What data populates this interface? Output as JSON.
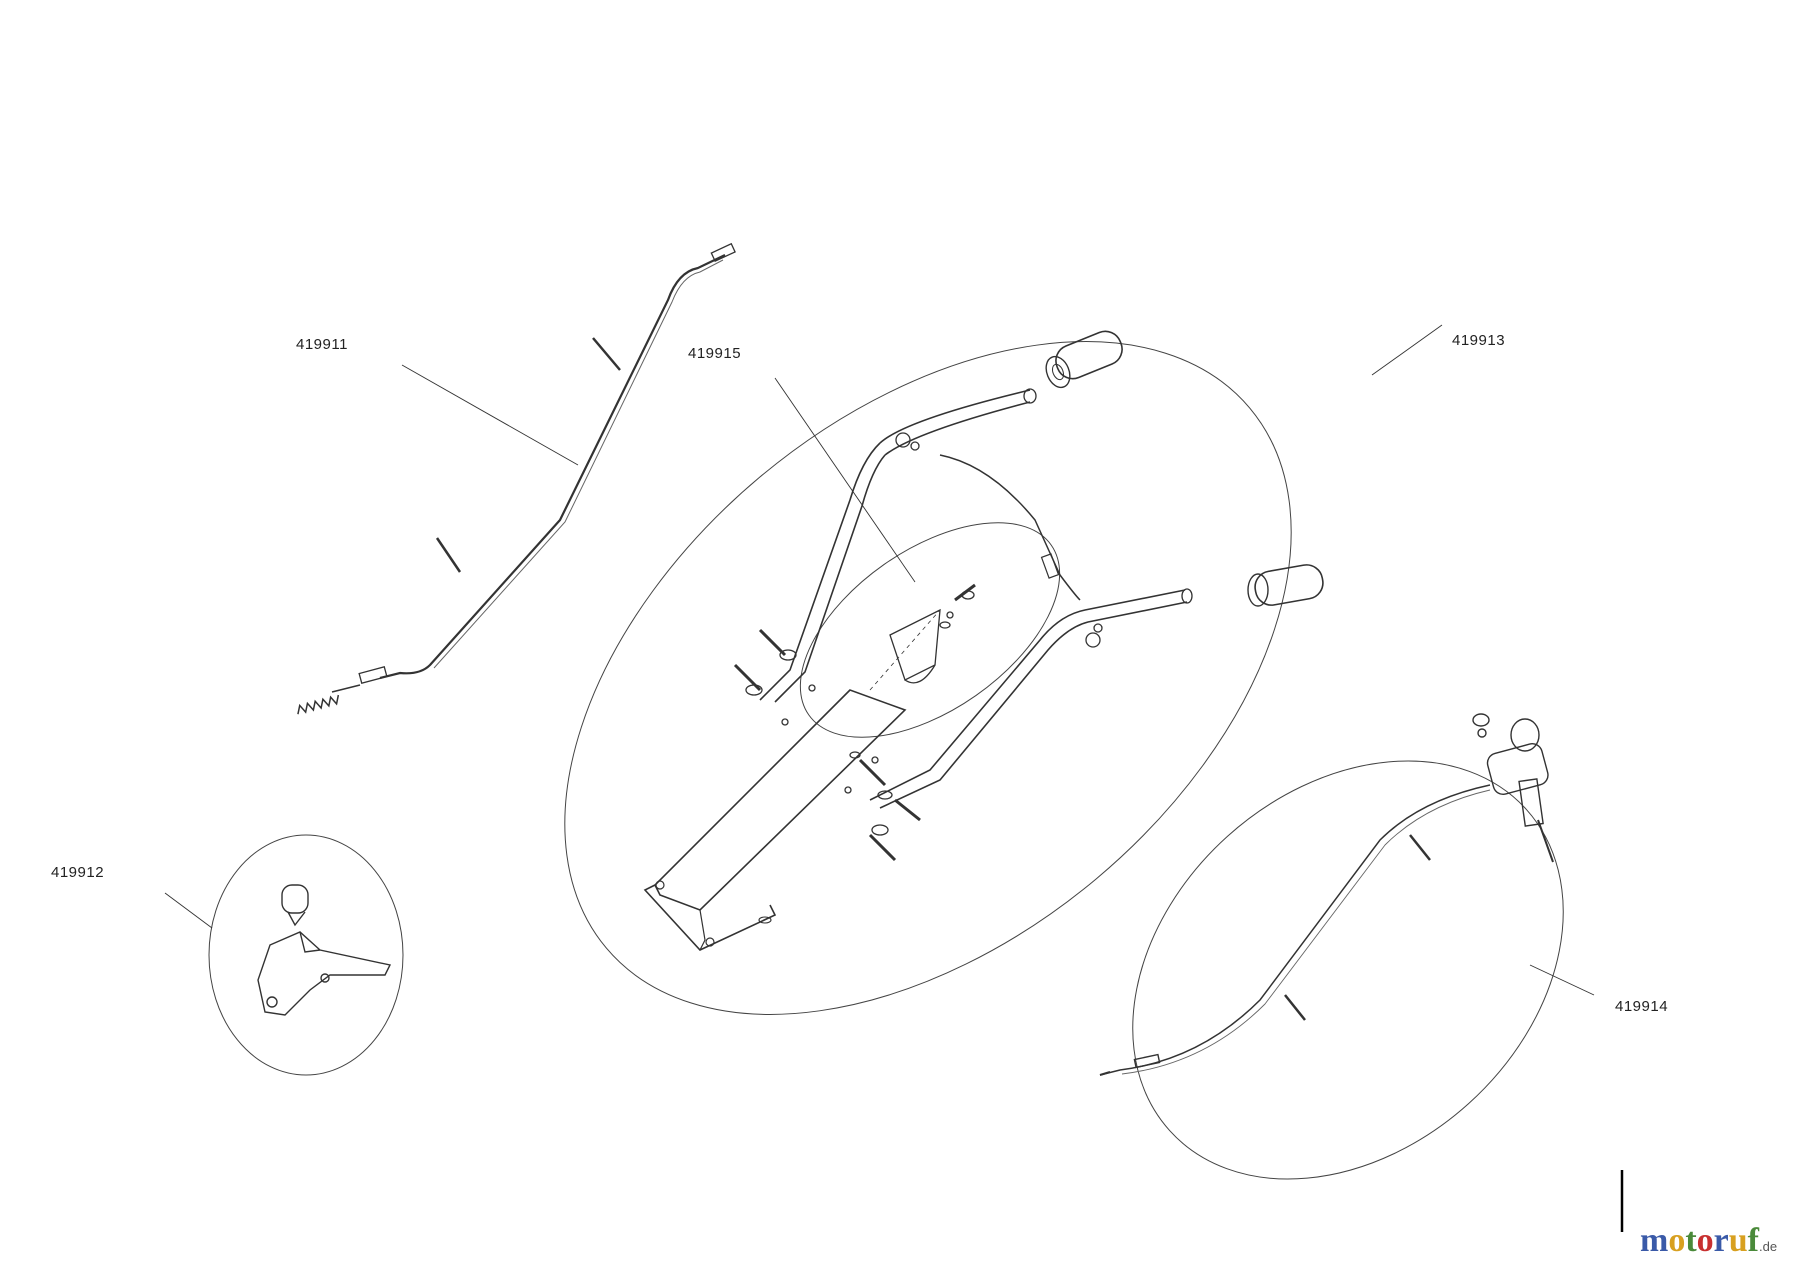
{
  "diagram": {
    "callouts": [
      {
        "id": "419911",
        "label": "419911"
      },
      {
        "id": "419915",
        "label": "419915"
      },
      {
        "id": "419913",
        "label": "419913"
      },
      {
        "id": "419912",
        "label": "419912"
      },
      {
        "id": "419914",
        "label": "419914"
      }
    ]
  },
  "watermark": {
    "letters": [
      "m",
      "o",
      "t",
      "o",
      "r",
      "u",
      "f"
    ],
    "tld": ".de"
  },
  "colors": {
    "line": "#333333",
    "thin": "#555555",
    "fill": "#ffffff"
  }
}
